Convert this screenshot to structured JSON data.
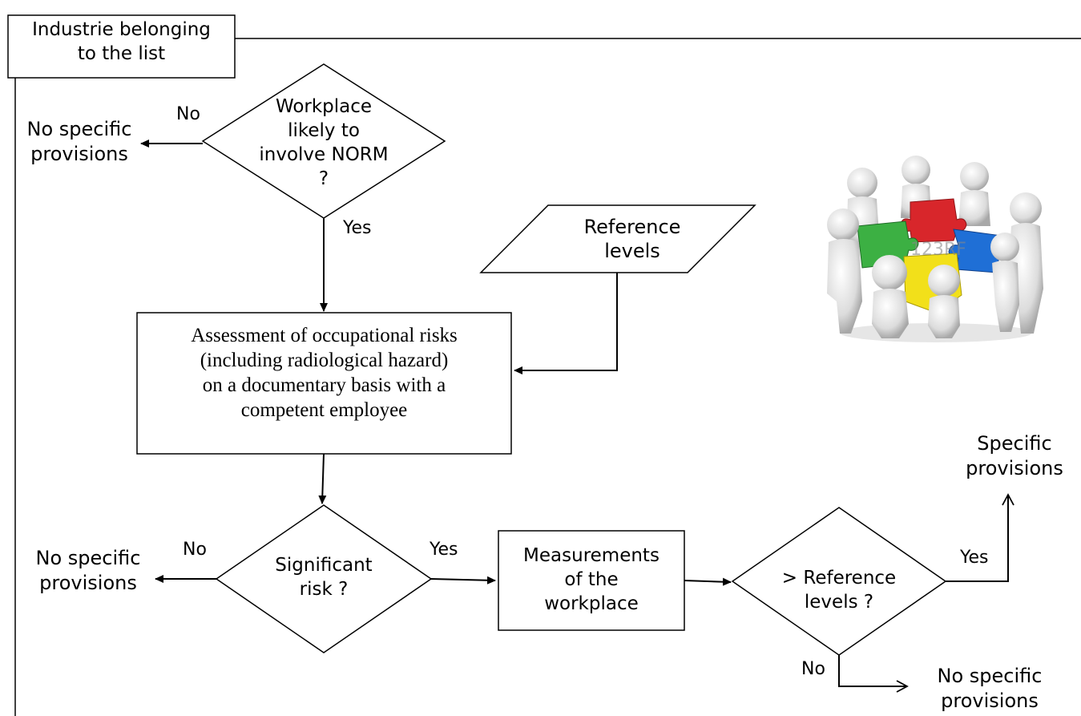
{
  "header": {
    "line1": "Industrie belonging",
    "line2": "to the list"
  },
  "decision_norm": {
    "line1": "Workplace",
    "line2": "likely to",
    "line3": "involve NORM",
    "line4": "?"
  },
  "outcome_top": {
    "line1": "No specific",
    "line2": "provisions"
  },
  "label_no_top": "No",
  "label_yes_top": "Yes",
  "reference_input": {
    "line1": "Reference",
    "line2": "levels"
  },
  "assessment": {
    "line1": "Assessment of occupational risks",
    "line2": "(including radiological hazard)",
    "line3": "on a documentary basis with a",
    "line4": "competent employee"
  },
  "decision_risk": {
    "line1": "Significant",
    "line2": "risk ?"
  },
  "outcome_left": {
    "line1": "No specific",
    "line2": "provisions"
  },
  "label_no_left": "No",
  "label_yes_mid": "Yes",
  "measurements": {
    "line1": "Measurements",
    "line2": "of the",
    "line3": "workplace"
  },
  "decision_ref": {
    "line1": "> Reference",
    "line2": "levels ?"
  },
  "label_yes_right": "Yes",
  "outcome_specific": {
    "line1": "Specific",
    "line2": "provisions"
  },
  "label_no_bottom": "No",
  "outcome_bottom": {
    "line1": "No specific",
    "line2": "provisions"
  },
  "illustration": {
    "icon": "puzzle-team-illustration",
    "watermark": "123RF"
  },
  "colors": {
    "stroke": "#000000",
    "background": "#ffffff",
    "puzzle_red": "#d8262b",
    "puzzle_green": "#3cb043",
    "puzzle_blue": "#1f6fd6",
    "puzzle_yellow": "#f2e01a"
  }
}
